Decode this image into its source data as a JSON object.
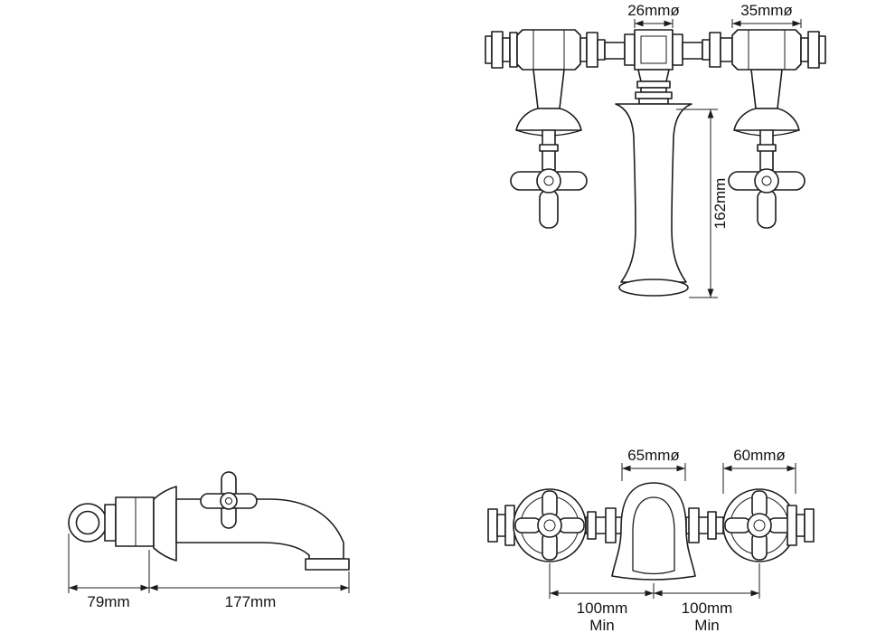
{
  "drawing": {
    "front_view": {
      "connector_diameter": "26mmø",
      "valve_diameter": "35mmø",
      "height": "162mm"
    },
    "side_view": {
      "wall_projection": "79mm",
      "spout_reach": "177mm"
    },
    "plan_view": {
      "spout_diameter": "65mmø",
      "handle_diameter": "60mmø",
      "left_spacing": {
        "value": "100mm",
        "qualifier": "Min"
      },
      "right_spacing": {
        "value": "100mm",
        "qualifier": "Min"
      }
    }
  }
}
